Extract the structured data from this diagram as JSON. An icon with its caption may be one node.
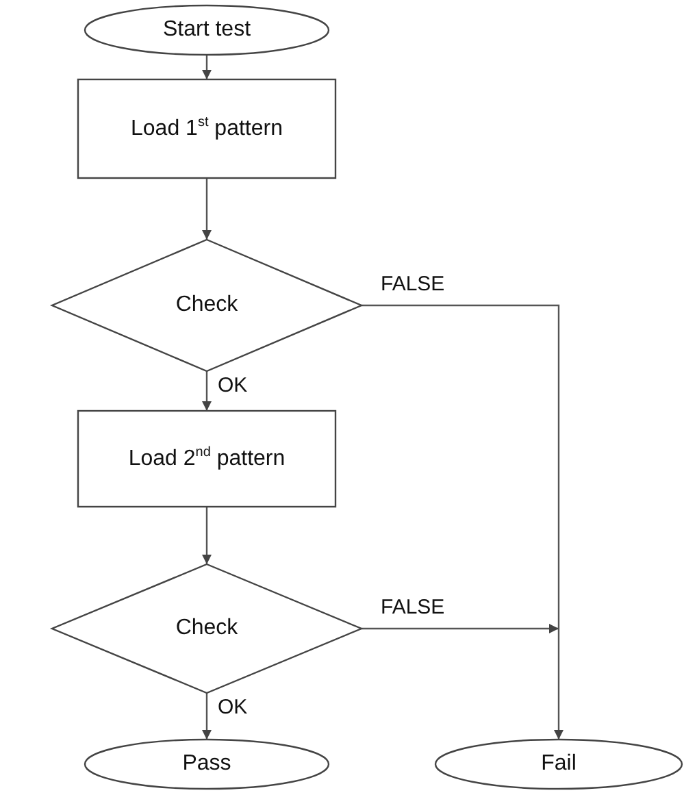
{
  "diagram": {
    "nodes": [
      {
        "text": [
          "Start test"
        ]
      },
      {
        "text": [
          "Load 1$^{st}$ pattern"
        ]
      },
      {
        "text": [
          "Check"
        ]
      },
      {
        "text": [
          "Load 2$^{nd}$ pattern"
        ]
      },
      {
        "text": [
          "Check"
        ]
      },
      {
        "text": [
          "Pass"
        ]
      },
      {
        "text": [
          "Fail"
        ]
      }
    ],
    "edges": [
      {
        "from": 0,
        "to": 1,
        "arrow": "to"
      },
      {
        "from": 1,
        "to": 2,
        "arrow": "to"
      },
      {
        "from": 2,
        "to": 3,
        "arrow": "to",
        "label": "OK"
      },
      {
        "from": 3,
        "to": 4,
        "arrow": "to"
      },
      {
        "from": 2,
        "to": 6,
        "arrow": "to",
        "label": "FALSE"
      },
      {
        "from": 4,
        "to": 6,
        "arrow": "to",
        "label": "FALSE"
      },
      {
        "from": 4,
        "to": 5,
        "arrow": "to",
        "label": "OK"
      }
    ]
  }
}
